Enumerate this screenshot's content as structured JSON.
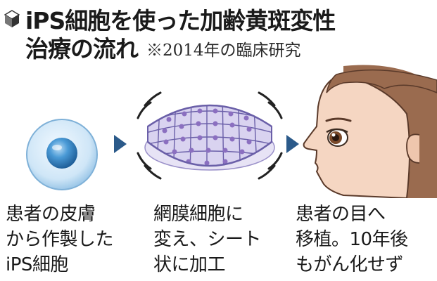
{
  "title": {
    "line1": "iPS細胞を使った加齢黄斑変性",
    "line2": "治療の流れ",
    "note": "※2014年の臨床研究"
  },
  "steps": [
    {
      "icon": "ips-cell-icon",
      "lines": [
        "患者の皮膚",
        "から作製した",
        "iPS細胞"
      ]
    },
    {
      "icon": "cell-sheet-icon",
      "lines": [
        "網膜細胞に",
        "変え、シート",
        "状に加工"
      ]
    },
    {
      "icon": "patient-eye-icon",
      "lines": [
        "患者の目へ",
        "移植。10年後",
        "もがん化せず"
      ]
    }
  ],
  "colors": {
    "arrow": "#2b5a8a",
    "cell": "#3f8fd0",
    "sheet": "#c9c2e8",
    "skin": "#f5d6c2",
    "hair": "#9a6b4f"
  }
}
